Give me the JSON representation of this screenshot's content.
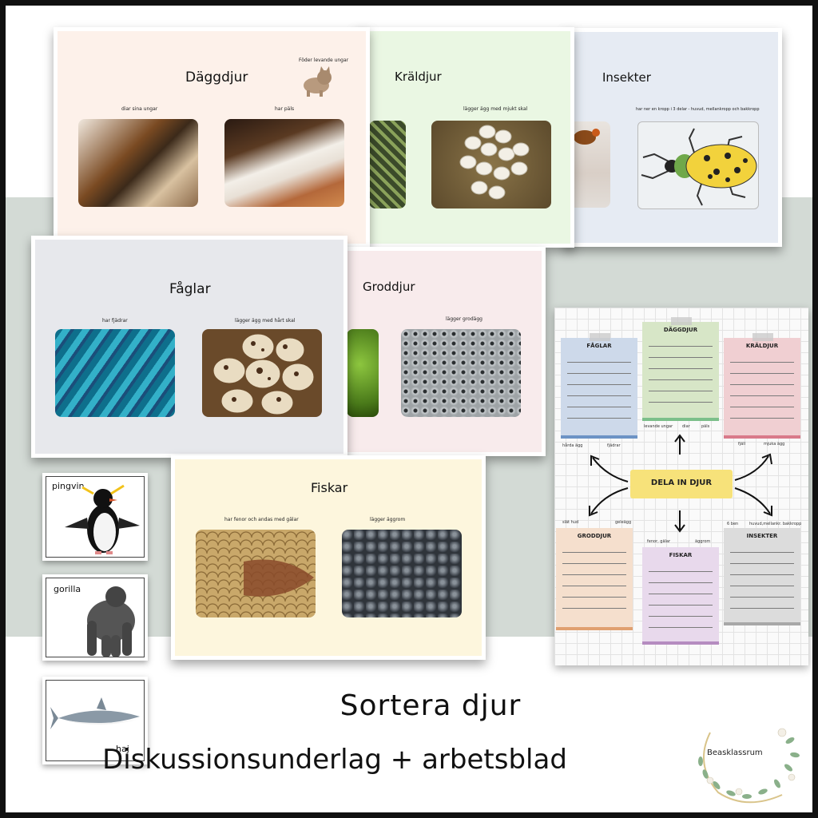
{
  "slides": {
    "daggdjur": {
      "title": "Däggdjur",
      "caption_top": "Föder levande ungar",
      "caption_left": "diar sina ungar",
      "caption_right": "har päls"
    },
    "kraldjur": {
      "title": "Kräldjur",
      "caption_right": "lägger ägg med mjukt skal"
    },
    "insekter": {
      "title": "Insekter",
      "caption": "har ner en kropp i 3 delar - huvud, mellankropp och bakkropp"
    },
    "faglar": {
      "title": "Fåglar",
      "caption_left": "har fjädrar",
      "caption_right": "lägger ägg med hårt skal"
    },
    "groddjur": {
      "title": "Groddjur",
      "caption_right": "lägger grodägg"
    },
    "fiskar": {
      "title": "Fiskar",
      "caption_left": "har fenor och andas med gälar",
      "caption_right": "lägger äggrom"
    }
  },
  "cards": {
    "pingvin": "pingvin",
    "gorilla": "gorilla",
    "haj": "haj"
  },
  "worksheet": {
    "center": "DELA IN DJUR",
    "notes": {
      "faglar": "FÅGLAR",
      "daggdjur": "DÄGGDJUR",
      "kraldjur": "KRÄLDJUR",
      "groddjur": "GRODDJUR",
      "fiskar": "FISKAR",
      "insekter": "INSEKTER"
    },
    "words": {
      "hardaagg": "hårda ägg",
      "fjadrar": "fjädrar",
      "levande": "levande ungar",
      "diar": "diar",
      "pals": "päls",
      "fjall": "fjäll",
      "mjukaagg": "mjuka ägg",
      "slemmighud": "slät hud",
      "grodagg": "geleägg",
      "fenor": "fenor, gälar",
      "aggrom": "äggrom",
      "sexben": "6 ben",
      "kroppsdelar": "huvud,mellankr. bakkropp"
    }
  },
  "footer": {
    "line1": "Sortera djur",
    "line2": "Diskussionsunderlag + arbetsblad",
    "brand": "Beasklassrum"
  },
  "colors": {
    "daggdjur_bg": "#fdf1ea",
    "kraldjur_bg": "#eaf7e3",
    "insekter_bg": "#e6ebf3",
    "faglar_bg": "#e7e8ec",
    "groddjur_bg": "#f8ebec",
    "fiskar_bg": "#fdf6dd",
    "band": "#d3dad5"
  }
}
